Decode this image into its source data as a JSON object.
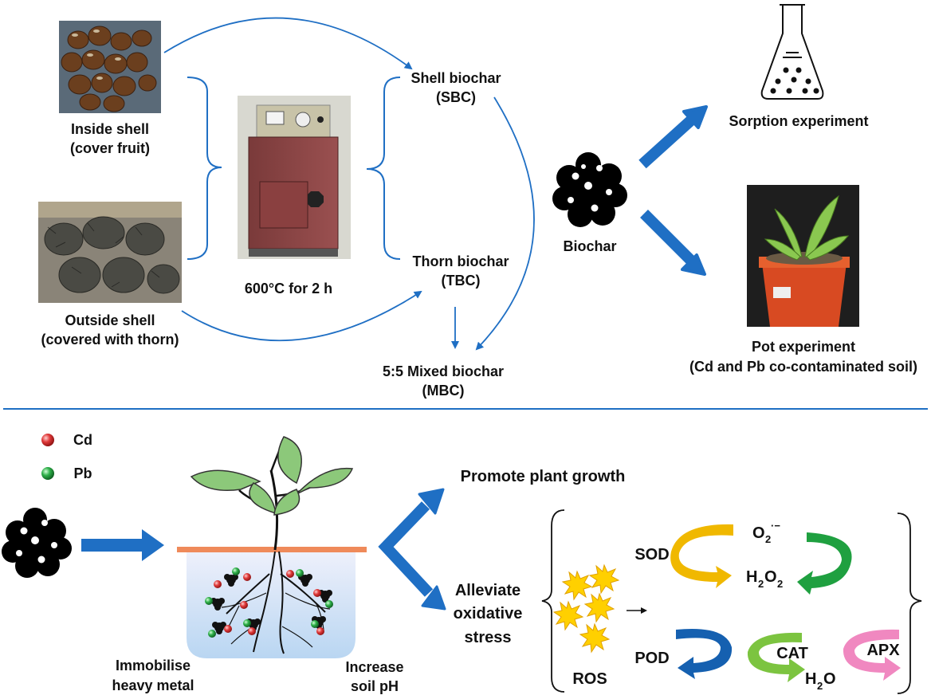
{
  "top": {
    "inside_shell_label_1": "Inside shell",
    "inside_shell_label_2": "(cover fruit)",
    "outside_shell_label_1": "Outside shell",
    "outside_shell_label_2": "(covered with thorn)",
    "furnace_label": "600°C for 2 h",
    "shell_biochar_1": "Shell biochar",
    "shell_biochar_2": "(SBC)",
    "thorn_biochar_1": "Thorn biochar",
    "thorn_biochar_2": "(TBC)",
    "mixed_biochar_1": "5:5 Mixed biochar",
    "mixed_biochar_2": "(MBC)",
    "biochar_label": "Biochar",
    "sorption_label": "Sorption experiment",
    "pot_label_1": "Pot experiment",
    "pot_label_2": "(Cd and Pb co-contaminated soil)"
  },
  "bottom": {
    "legend_cd": "Cd",
    "legend_pb": "Pb",
    "immobilise_1": "Immobilise",
    "immobilise_2": "heavy metal",
    "increase_1": "Increase",
    "increase_2": "soil pH",
    "promote": "Promote plant growth",
    "alleviate_1": "Alleviate",
    "alleviate_2": "oxidative",
    "alleviate_3": "stress",
    "ros": "ROS",
    "sod": "SOD",
    "o2": "O",
    "o2_sub": "2",
    "o2_sup": "·−",
    "h2o2_a": "H",
    "h2o2_b": "2",
    "h2o2_c": "O",
    "h2o2_d": "2",
    "pod": "POD",
    "cat": "CAT",
    "apx": "APX",
    "h2o_a": "H",
    "h2o_b": "2",
    "h2o_c": "O"
  },
  "colors": {
    "arrow_blue": "#1f6fc4",
    "cd_red": "#d42a2a",
    "pb_green": "#1f9a3a",
    "sod_yellow": "#f0b800",
    "o2_green": "#1fa040",
    "pod_blue": "#1560b0",
    "cat_green": "#7cc440",
    "apx_pink": "#f088c0",
    "ros_yellow": "#ffd000",
    "rim_orange": "#ef8a5a"
  }
}
